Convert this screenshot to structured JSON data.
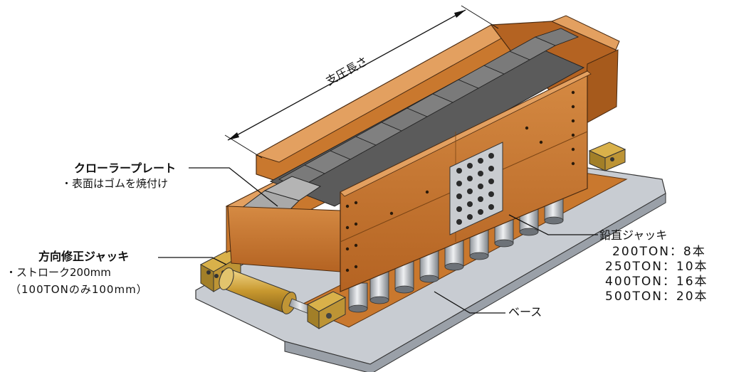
{
  "labels": {
    "span_length": "支圧長さ",
    "crawler_plate": {
      "title": "クローラープレート",
      "note": "・表面はゴムを焼付け"
    },
    "direction_jack": {
      "title": "方向修正ジャッキ",
      "note1": "・ストローク200mm",
      "note2": "（100TONのみ100mm）"
    },
    "vertical_jack": {
      "title": "鉛直ジャッキ",
      "specs": [
        "200TON：8本",
        "250TON：10本",
        "400TON：16本",
        "500TON：20本"
      ]
    },
    "base": "ベース"
  },
  "colors": {
    "copper": "#c9782e",
    "copper_dark": "#9a5418",
    "copper_light": "#e3a060",
    "plate_grey": "#6f6f6f",
    "plate_light": "#a9a9a9",
    "steel": "#c9ccd0",
    "base_grey": "#c8ccd2",
    "brass": "#d9b14a"
  }
}
